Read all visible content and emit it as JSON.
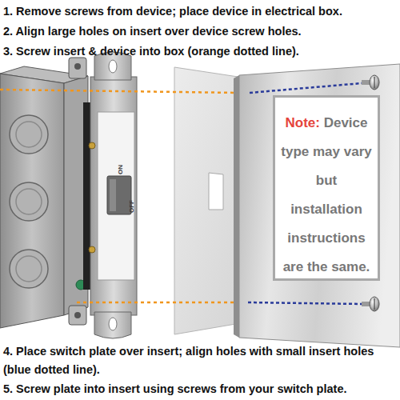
{
  "diagram": {
    "nodes": [
      {
        "text": [
          "Note:",
          "Device type may vary but installation instructions are the same."
        ]
      }
    ],
    "labels": [
      "1. Remove screws from device; place device in electrical box.",
      "2. Align large holes on insert over device screw holes.",
      "3. Screw insert & device into box (orange dotted line).",
      "ON",
      "OFF",
      "4. Place switch plate over insert; align holes with small insert holes (blue dotted line).",
      "5. Screw plate into insert using screws from your switch plate."
    ]
  }
}
